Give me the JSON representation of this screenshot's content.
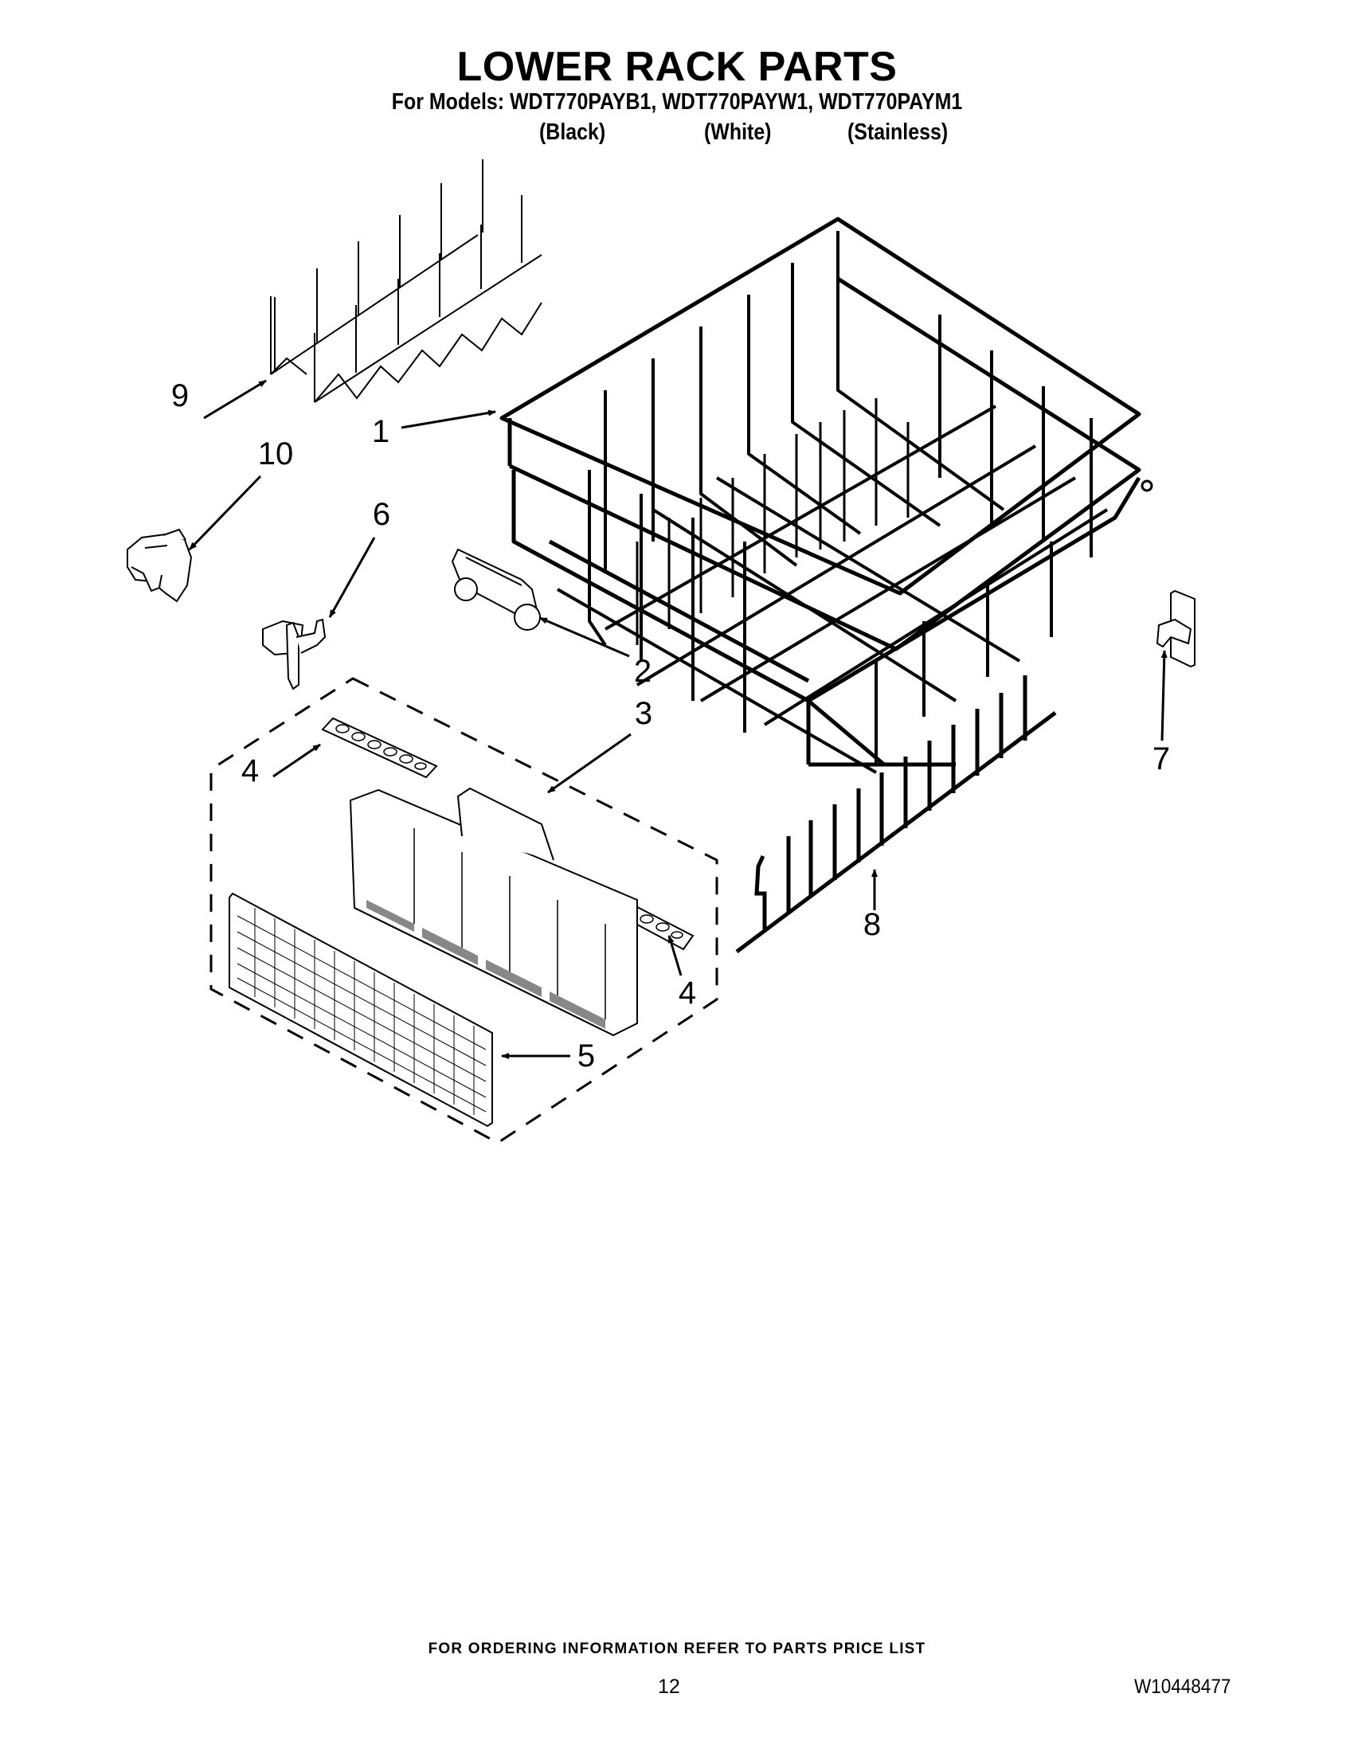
{
  "header": {
    "title": "LOWER RACK PARTS",
    "models_line": "For Models: WDT770PAYB1, WDT770PAYW1, WDT770PAYM1",
    "models": [
      {
        "model": "WDT770PAYB1",
        "color": "(Black)"
      },
      {
        "model": "WDT770PAYW1",
        "color": "(White)"
      },
      {
        "model": "WDT770PAYM1",
        "color": "(Stainless)"
      }
    ]
  },
  "diagram": {
    "callouts": [
      {
        "number": "1",
        "part": "lower-dishrack"
      },
      {
        "number": "2",
        "part": "rack-wheel-assembly"
      },
      {
        "number": "3",
        "part": "silverware-basket-assembly"
      },
      {
        "number": "4",
        "part": "basket-lid"
      },
      {
        "number": "4",
        "part": "basket-lid"
      },
      {
        "number": "5",
        "part": "basket-cover"
      },
      {
        "number": "6",
        "part": "tine-clip"
      },
      {
        "number": "7",
        "part": "tine-pivot-clip"
      },
      {
        "number": "8",
        "part": "fold-down-tine-row"
      },
      {
        "number": "9",
        "part": "bottle-wash-tine-row"
      },
      {
        "number": "10",
        "part": "rack-bumper"
      }
    ]
  },
  "footer": {
    "note": "FOR ORDERING INFORMATION REFER TO PARTS PRICE LIST",
    "page_number": "12",
    "document_number": "W10448477"
  }
}
